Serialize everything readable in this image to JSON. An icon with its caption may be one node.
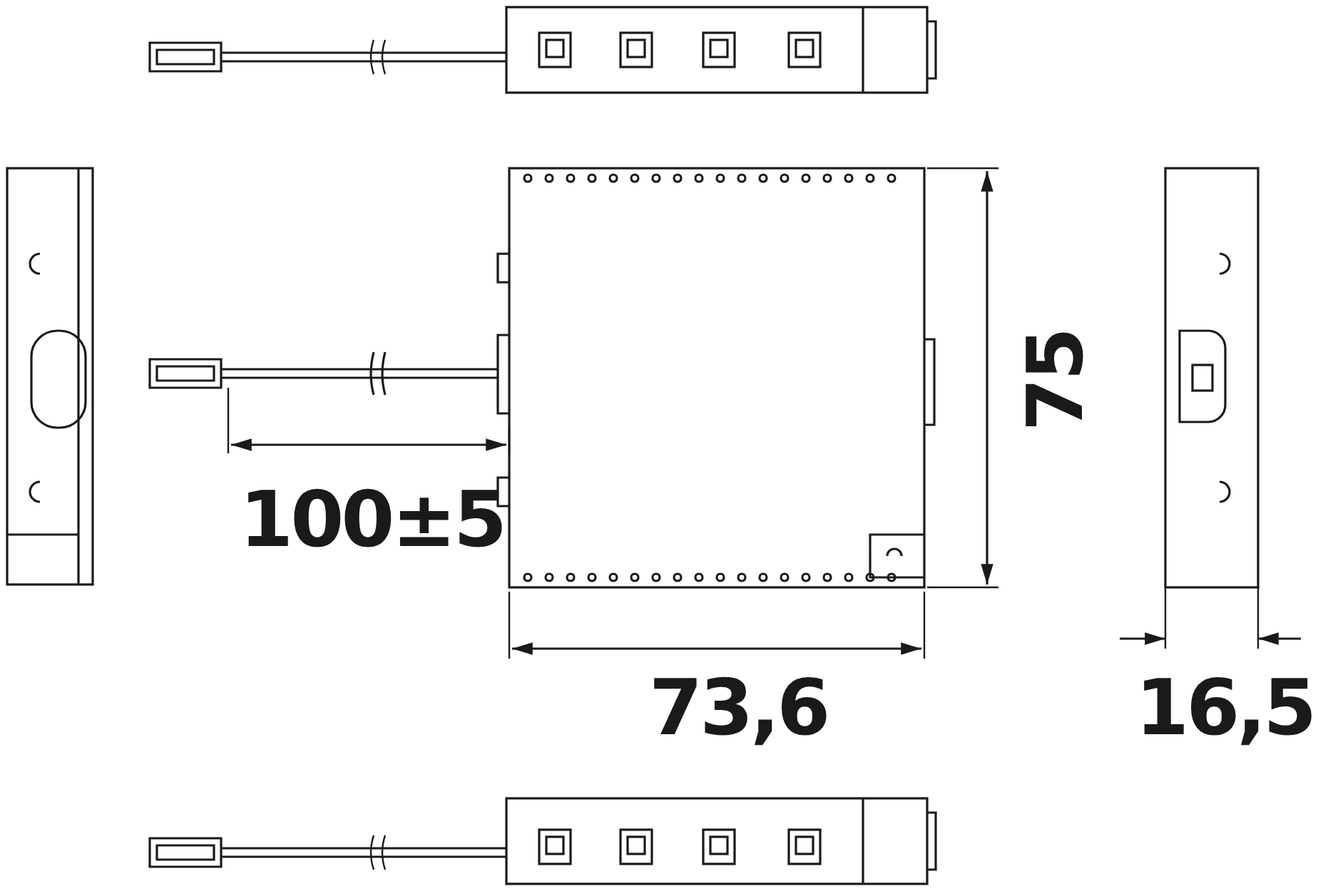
{
  "diagram": {
    "labels": [
      "75",
      "100±5",
      "73,6",
      "16,5"
    ]
  }
}
